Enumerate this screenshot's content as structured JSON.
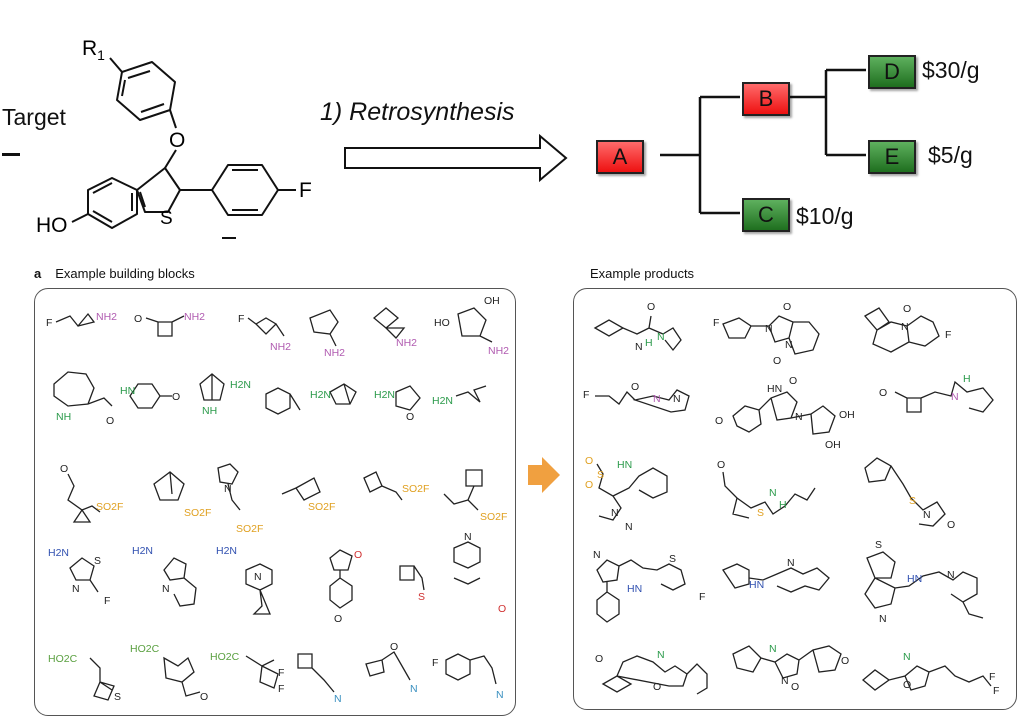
{
  "top": {
    "target_label": "Target",
    "retro_label": "1) Retrosynthesis",
    "atoms": {
      "r1": "R",
      "r1_sub": "1",
      "o": "O",
      "ho": "HO",
      "s": "S",
      "f": "F"
    },
    "nodes": [
      {
        "id": "A",
        "label": "A",
        "color": "#ee2222"
      },
      {
        "id": "B",
        "label": "B",
        "color": "#ee2222"
      },
      {
        "id": "C",
        "label": "C",
        "color": "#2e7d32"
      },
      {
        "id": "D",
        "label": "D",
        "color": "#2e7d32"
      },
      {
        "id": "E",
        "label": "E",
        "color": "#2e7d32"
      }
    ],
    "prices": {
      "D": "$30/g",
      "E": "$5/g",
      "C": "$10/g"
    }
  },
  "panels": {
    "left_letter": "a",
    "left_title": "Example building blocks",
    "right_title": "Example products"
  },
  "colors": {
    "amine": "#b05ab0",
    "amine_green": "#2a9a4a",
    "sulfonyl": "#e0a020",
    "heteroaryl_amine": "#3050b0",
    "carbonyl": "#d03030",
    "acid": "#5aa040",
    "nitrile": "#3a90c0",
    "arrow": "#f0a040"
  },
  "blocks": {
    "row1": [
      "F",
      "NH2",
      "O",
      "NH2",
      "F",
      "NH2",
      "NH2",
      "NH2",
      "HO",
      "OH",
      "NH2"
    ],
    "row2": [
      "NH",
      "O",
      "HN",
      "O",
      "NH",
      "H2N",
      "H2N",
      "H2N",
      "O",
      "H2N"
    ],
    "row3": [
      "O",
      "SO2F",
      "SO2F",
      "N",
      "SO2F",
      "SO2F",
      "SO2F",
      "SO2F"
    ],
    "row4": [
      "H2N",
      "S",
      "N",
      "F",
      "H2N",
      "N",
      "H2N",
      "N",
      "O",
      "O",
      "S",
      "N",
      "O"
    ],
    "row5": [
      "HO2C",
      "S",
      "HO2C",
      "O",
      "HO2C",
      "F",
      "F",
      "N",
      "O",
      "N",
      "F",
      "N"
    ]
  },
  "products": {
    "row1": [
      "N",
      "H",
      "N",
      "O",
      "F",
      "N",
      "O",
      "N",
      "O",
      "N",
      "O",
      "F"
    ],
    "row2": [
      "F",
      "N",
      "N",
      "O",
      "HN",
      "O",
      "N",
      "O",
      "OH",
      "OH",
      "O",
      "H",
      "N"
    ],
    "row3": [
      "O",
      "S",
      "O",
      "HN",
      "N",
      "N",
      "O",
      "S",
      "N",
      "H",
      "S",
      "N",
      "O"
    ],
    "row4": [
      "N",
      "HN",
      "S",
      "F",
      "HN",
      "N",
      "S",
      "HN",
      "N",
      "N"
    ],
    "row5": [
      "O",
      "N",
      "O",
      "N",
      "N",
      "O",
      "O",
      "N",
      "O",
      "F",
      "F"
    ]
  }
}
